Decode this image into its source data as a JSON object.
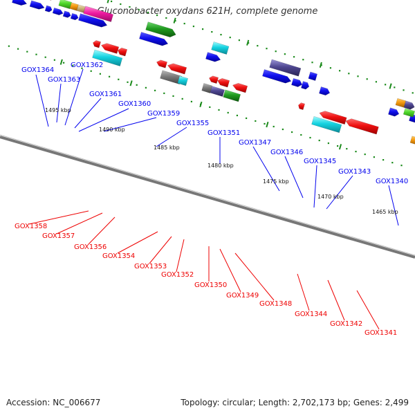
{
  "title": "Gluconobacter oxydans 621H, complete genome",
  "footer": {
    "accession": "Accession: NC_006677",
    "summary": "Topology: circular; Length: 2,702,173 bp; Genes: 2,499"
  },
  "kbp_labels": [
    "1495 kbp",
    "1490 kbp",
    "1485 kbp",
    "1480 kbp",
    "1475 kbp",
    "1470 kbp",
    "1465 kbp"
  ],
  "forward_genes": [
    "GOX1364",
    "GOX1363",
    "GOX1362",
    "GOX1361",
    "GOX1360",
    "GOX1359",
    "GOX1355",
    "GOX1351",
    "GOX1347",
    "GOX1346",
    "GOX1345",
    "GOX1343",
    "GOX1340"
  ],
  "reverse_genes": [
    "GOX1358",
    "GOX1357",
    "GOX1356",
    "GOX1354",
    "GOX1353",
    "GOX1352",
    "GOX1350",
    "GOX1349",
    "GOX1348",
    "GOX1344",
    "GOX1342",
    "GOX1341"
  ],
  "colors": {
    "forward_strand": "#0000ee",
    "reverse_strand": "#ee0000",
    "backbone": "#777777",
    "tick": "#1a8a1a"
  }
}
